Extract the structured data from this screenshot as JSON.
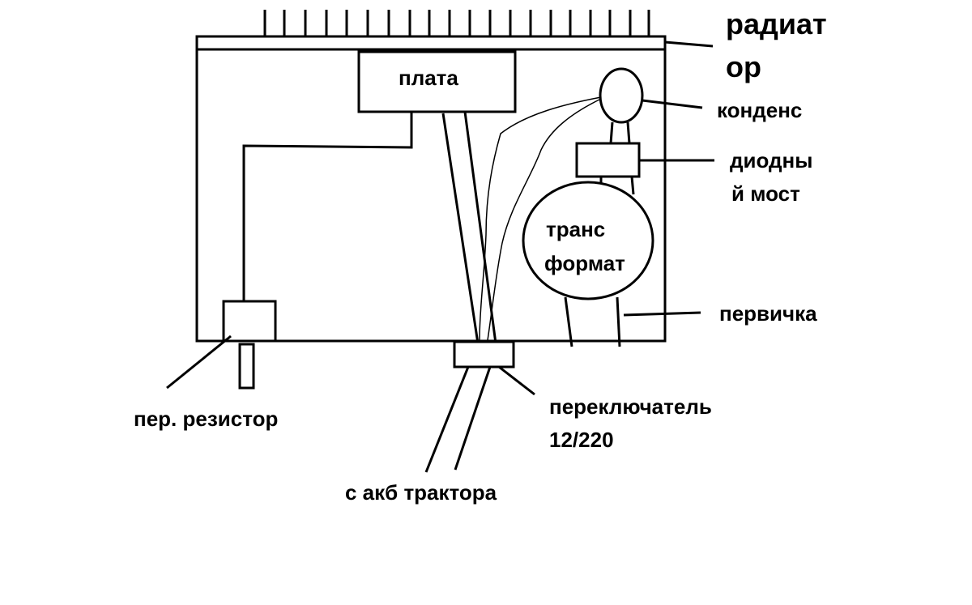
{
  "diagram": {
    "labels": {
      "radiator_line1": "радиат",
      "radiator_line2": "ор",
      "board": "плата",
      "capacitor": "конденс",
      "diode_bridge_line1": "диодны",
      "diode_bridge_line2": "й мост",
      "transformer_line1": "транс",
      "transformer_line2": "формат",
      "primary": "первичка",
      "resistor": "пер. резистор",
      "switch_line1": "переключатель",
      "switch_line2": "12/220",
      "battery": "с акб трактора"
    },
    "colors": {
      "stroke": "#000000",
      "background": "#ffffff"
    }
  }
}
